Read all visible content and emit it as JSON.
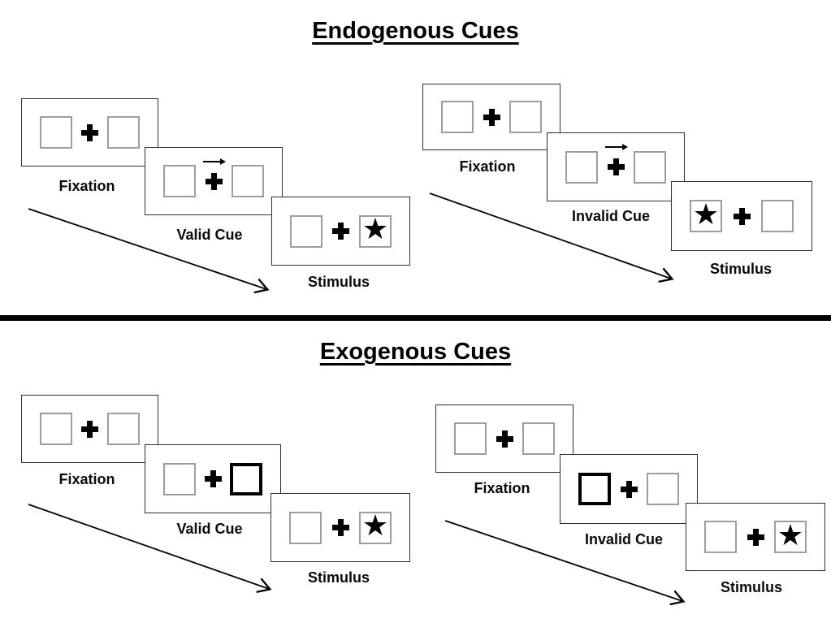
{
  "sections": [
    {
      "title": "Endogenous Cues",
      "groups": [
        {
          "name": "valid-trial",
          "panels": [
            {
              "label": "Fixation",
              "content": "two empty squares with central fixation cross"
            },
            {
              "label": "Valid Cue",
              "content": "central fixation cross with right-pointing arrow cue above"
            },
            {
              "label": "Stimulus",
              "content": "star stimulus in right square"
            }
          ]
        },
        {
          "name": "invalid-trial",
          "panels": [
            {
              "label": "Fixation",
              "content": "two empty squares with central fixation cross"
            },
            {
              "label": "Invalid Cue",
              "content": "central fixation cross with right-pointing arrow cue above"
            },
            {
              "label": "Stimulus",
              "content": "star stimulus in left square"
            }
          ]
        }
      ]
    },
    {
      "title": "Exogenous Cues",
      "groups": [
        {
          "name": "valid-trial",
          "panels": [
            {
              "label": "Fixation",
              "content": "two empty squares with central fixation cross"
            },
            {
              "label": "Valid Cue",
              "content": "right square highlighted with thick black border"
            },
            {
              "label": "Stimulus",
              "content": "star stimulus in right square"
            }
          ]
        },
        {
          "name": "invalid-trial",
          "panels": [
            {
              "label": "Fixation",
              "content": "two empty squares with central fixation cross"
            },
            {
              "label": "Invalid Cue",
              "content": "left square highlighted with thick black border"
            },
            {
              "label": "Stimulus",
              "content": "star stimulus in right square"
            }
          ]
        }
      ]
    }
  ],
  "icons": {
    "stimulus_star": "★",
    "fixation_cross": "plus-cross",
    "cue_arrow": "right-arrow",
    "sequence_arrow": "diagonal-arrow-down-right"
  },
  "colors": {
    "background": "#ffffff",
    "ink": "#000000",
    "panel_border": "#2f2f2f",
    "box_border": "#9d9d9d",
    "divider": "#000000"
  }
}
